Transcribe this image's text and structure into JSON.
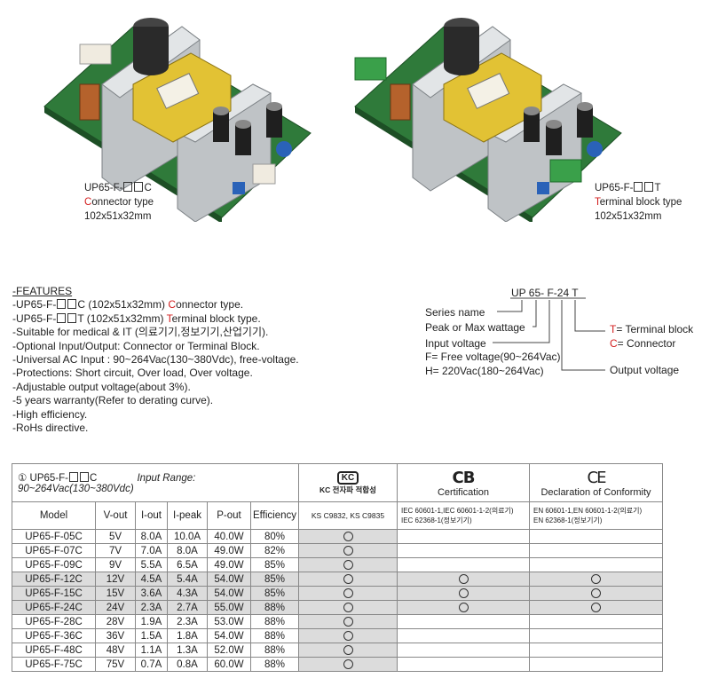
{
  "products": [
    {
      "model_prefix": "UP65-F-",
      "model_suffix": "C",
      "type_initial": "C",
      "type_rest": "onnector type",
      "dimensions": "102x51x32mm"
    },
    {
      "model_prefix": "UP65-F-",
      "model_suffix": "T",
      "type_initial": "T",
      "type_rest": "erminal block type",
      "dimensions": "102x51x32mm"
    }
  ],
  "features": {
    "title": "-FEATURES",
    "line1_pre": "-UP65-F-",
    "line1_mid": "C (102x51x32mm) ",
    "line1_initial": "C",
    "line1_rest": "onnector type.",
    "line2_pre": "-UP65-F-",
    "line2_mid": "T (102x51x32mm) ",
    "line2_initial": "T",
    "line2_rest": "erminal block type.",
    "items": [
      "-Suitable for medical & IT (의료기기,정보기기,산업기기).",
      "-Optional Input/Output: Connector or Terminal Block.",
      "-Universal AC Input : 90~264Vac(130~380Vdc), free-voltage.",
      "-Protections: Short circuit, Over load, Over voltage.",
      "-Adjustable output voltage(about 3%).",
      "-5 years warranty(Refer to derating curve).",
      "-High efficiency.",
      "-RoHs directive."
    ]
  },
  "code_diagram": {
    "code": "UP 65- F-24 T",
    "series": "Series name",
    "peak": "Peak or Max wattage",
    "input": "Input voltage",
    "free": "F= Free voltage(90~264Vac)",
    "h": "H= 220Vac(180~264Vac)",
    "output": "Output voltage",
    "t_initial": "T",
    "t_rest": "= Terminal block",
    "c_initial": "C",
    "c_rest": "= Connector"
  },
  "table": {
    "title_num": "①",
    "title_model_pre": "UP65-F-",
    "title_model_suf": "C",
    "input_range": "Input Range: 90~264Vac(130~380Vdc)",
    "kc_logo": "KC",
    "kc_label": "KC 전자파 적합성",
    "cb_logo": "CB",
    "cb_label": "Certification",
    "ce_logo": "CE",
    "ce_label": "Declaration of Conformity",
    "headers": [
      "Model",
      "V-out",
      "I-out",
      "I-peak",
      "P-out",
      "Efficiency"
    ],
    "kc_std": "KS C9832, KS C9835",
    "cb_std": [
      "IEC 60601-1,IEC 60601-1-2(의료기)",
      "IEC 62368-1(정보기기)"
    ],
    "ce_std": [
      "EN 60601-1,EN 60601-1-2(의료기)",
      "EN 62368-1(정보기기)"
    ],
    "rows": [
      {
        "model": "UP65-F-05C",
        "vout": "5V",
        "iout": "8.0A",
        "ipeak": "10.0A",
        "pout": "40.0W",
        "eff": "80%",
        "kc": true,
        "cb": false,
        "ce": false,
        "gray": false
      },
      {
        "model": "UP65-F-07C",
        "vout": "7V",
        "iout": "7.0A",
        "ipeak": "8.0A",
        "pout": "49.0W",
        "eff": "82%",
        "kc": true,
        "cb": false,
        "ce": false,
        "gray": false
      },
      {
        "model": "UP65-F-09C",
        "vout": "9V",
        "iout": "5.5A",
        "ipeak": "6.5A",
        "pout": "49.0W",
        "eff": "85%",
        "kc": true,
        "cb": false,
        "ce": false,
        "gray": false
      },
      {
        "model": "UP65-F-12C",
        "vout": "12V",
        "iout": "4.5A",
        "ipeak": "5.4A",
        "pout": "54.0W",
        "eff": "85%",
        "kc": true,
        "cb": true,
        "ce": true,
        "gray": true
      },
      {
        "model": "UP65-F-15C",
        "vout": "15V",
        "iout": "3.6A",
        "ipeak": "4.3A",
        "pout": "54.0W",
        "eff": "85%",
        "kc": true,
        "cb": true,
        "ce": true,
        "gray": true
      },
      {
        "model": "UP65-F-24C",
        "vout": "24V",
        "iout": "2.3A",
        "ipeak": "2.7A",
        "pout": "55.0W",
        "eff": "88%",
        "kc": true,
        "cb": true,
        "ce": true,
        "gray": true
      },
      {
        "model": "UP65-F-28C",
        "vout": "28V",
        "iout": "1.9A",
        "ipeak": "2.3A",
        "pout": "53.0W",
        "eff": "88%",
        "kc": true,
        "cb": false,
        "ce": false,
        "gray": false
      },
      {
        "model": "UP65-F-36C",
        "vout": "36V",
        "iout": "1.5A",
        "ipeak": "1.8A",
        "pout": "54.0W",
        "eff": "88%",
        "kc": true,
        "cb": false,
        "ce": false,
        "gray": false
      },
      {
        "model": "UP65-F-48C",
        "vout": "48V",
        "iout": "1.1A",
        "ipeak": "1.3A",
        "pout": "52.0W",
        "eff": "88%",
        "kc": true,
        "cb": false,
        "ce": false,
        "gray": false
      },
      {
        "model": "UP65-F-75C",
        "vout": "75V",
        "iout": "0.7A",
        "ipeak": "0.8A",
        "pout": "60.0W",
        "eff": "88%",
        "kc": true,
        "cb": false,
        "ce": false,
        "gray": false
      }
    ]
  },
  "colors": {
    "accent_red": "#d32020",
    "row_gray": "#dcdcdc",
    "pcb_green": "#2f7a3a",
    "transformer_yellow": "#e2c234"
  }
}
